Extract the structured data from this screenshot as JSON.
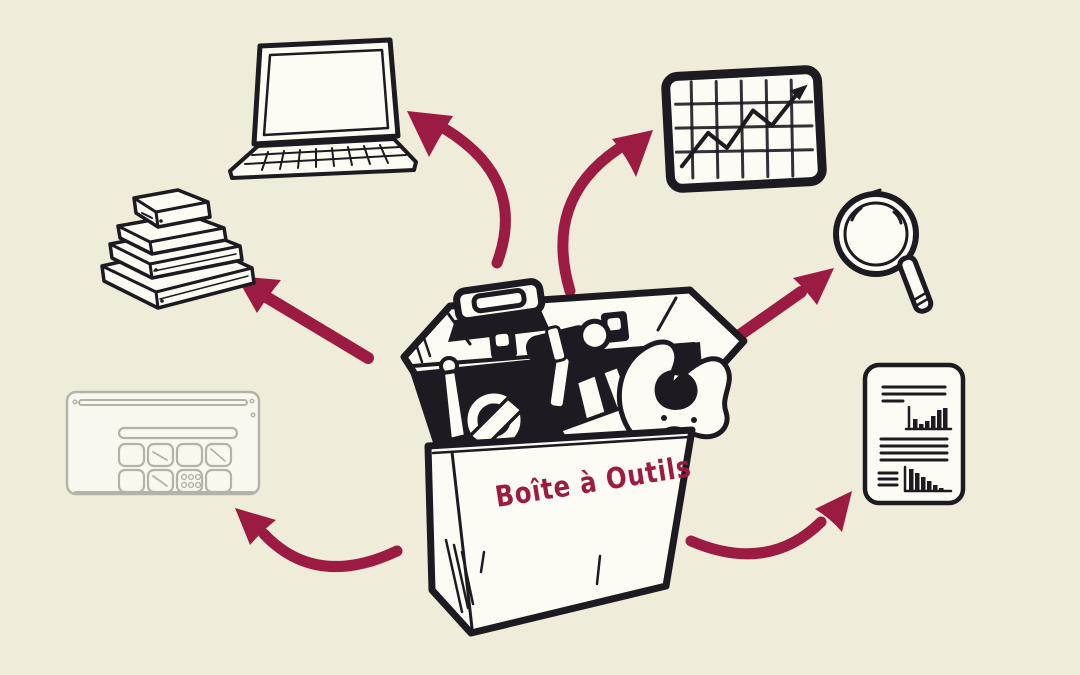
{
  "illustration": {
    "colors": {
      "bg": "#EFECDA",
      "accent": "#9C1B42",
      "ink": "#1D1A21",
      "paper": "#FDFCF4",
      "faint": "#B5B2A8",
      "faintpaper": "#FAF8EE"
    },
    "toolbox": {
      "label": "Boîte à Outils"
    },
    "icons": [
      "toolbox-icon",
      "laptop-icon",
      "trend-chart-icon",
      "books-icon",
      "magnifying-glass-icon",
      "calculator-icon",
      "report-document-icon"
    ],
    "connections": [
      {
        "from": "toolbox",
        "to": "laptop",
        "style": "curved-arrow"
      },
      {
        "from": "toolbox",
        "to": "trend-chart",
        "style": "curved-arrow"
      },
      {
        "from": "toolbox",
        "to": "books",
        "style": "straight-arrow"
      },
      {
        "from": "toolbox",
        "to": "magnifying-glass",
        "style": "straight-arrow"
      },
      {
        "from": "toolbox",
        "to": "calculator",
        "style": "curved-arrow"
      },
      {
        "from": "toolbox",
        "to": "report-document",
        "style": "curved-arrow"
      }
    ]
  }
}
